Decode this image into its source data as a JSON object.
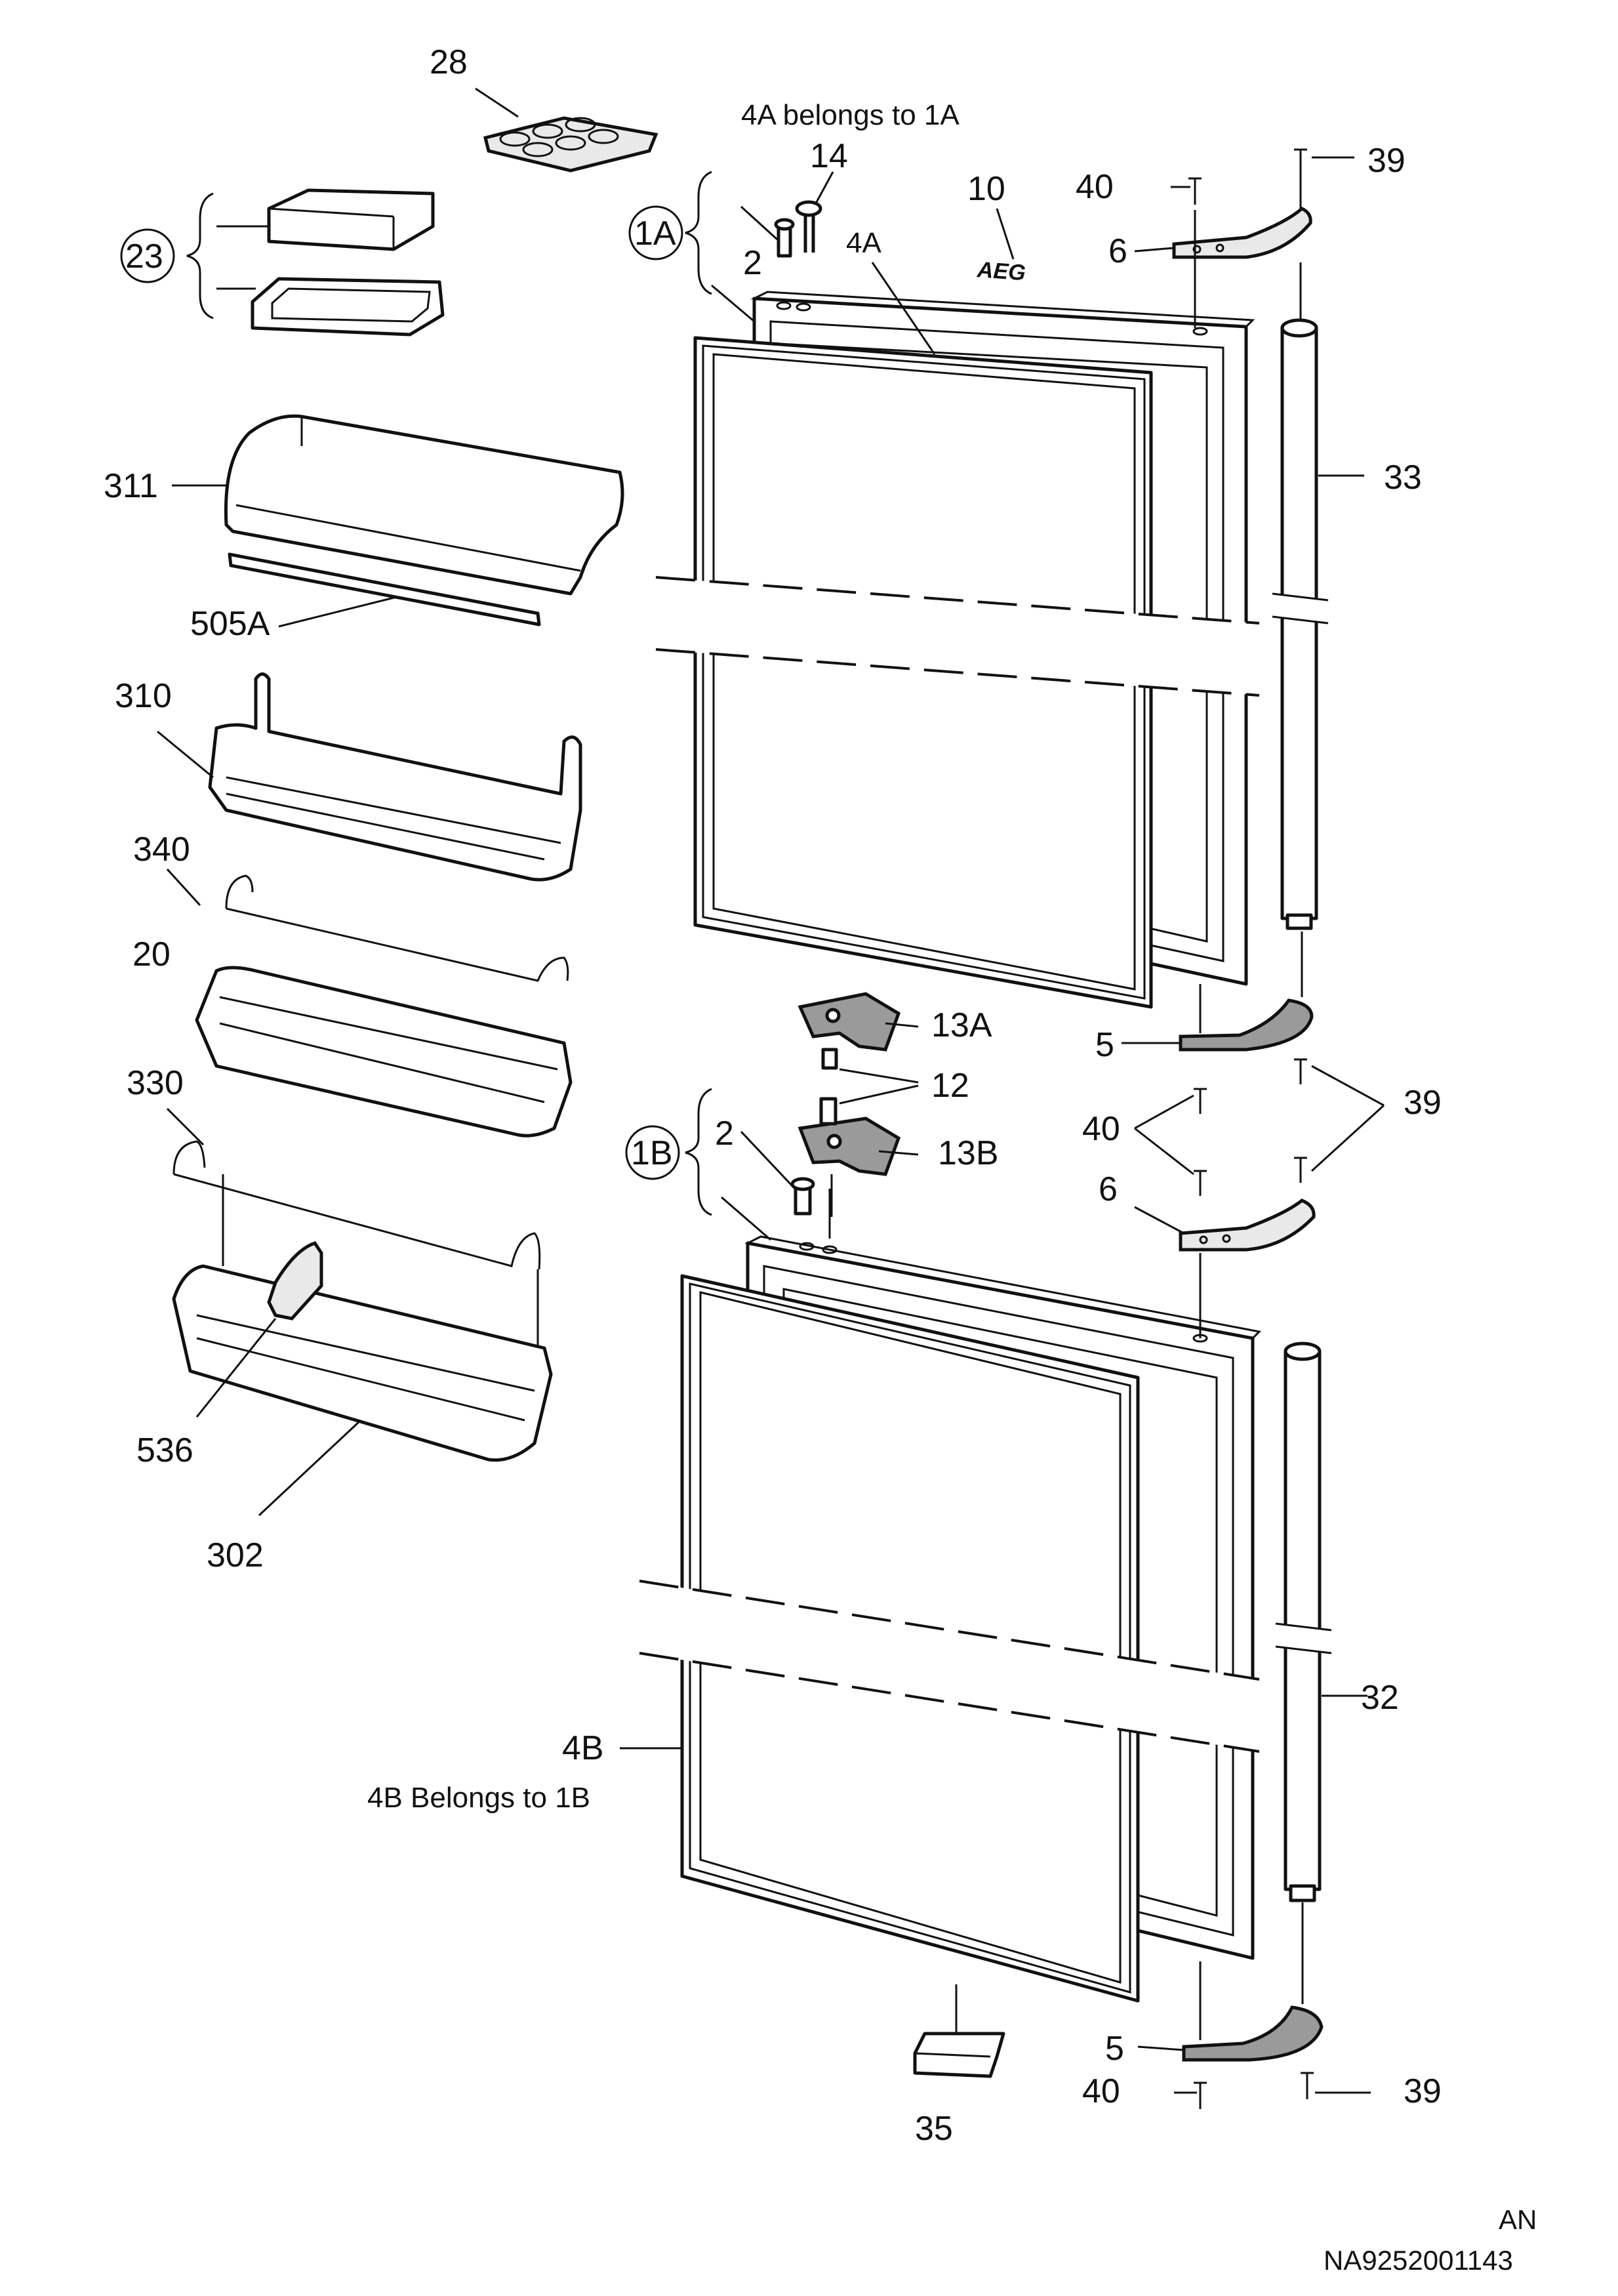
{
  "notes": {
    "top": "4A belongs to 1A",
    "bottom": "4B  Belongs to 1B"
  },
  "labels": {
    "p28": "28",
    "p14": "14",
    "p10": "10",
    "p40_top": "40",
    "p39_top": "39",
    "p6_top": "6",
    "p1a": "1A",
    "p2_top": "2",
    "p4a": "4A",
    "p23": "23",
    "p311": "311",
    "p33": "33",
    "p505a": "505A",
    "p310": "310",
    "p340": "340",
    "p20": "20",
    "p13a": "13A",
    "p5_top": "5",
    "p12": "12",
    "p330": "330",
    "p40_mid": "40",
    "p39_mid": "39",
    "p1b": "1B",
    "p2_mid": "2",
    "p13b": "13B",
    "p6_mid": "6",
    "p536": "536",
    "p302": "302",
    "p32": "32",
    "p4b": "4B",
    "p5_bot": "5",
    "p40_bot": "40",
    "p39_bot": "39",
    "p35": "35",
    "logo": "AEG",
    "code_an": "AN",
    "code_doc": "NA9252001143"
  }
}
